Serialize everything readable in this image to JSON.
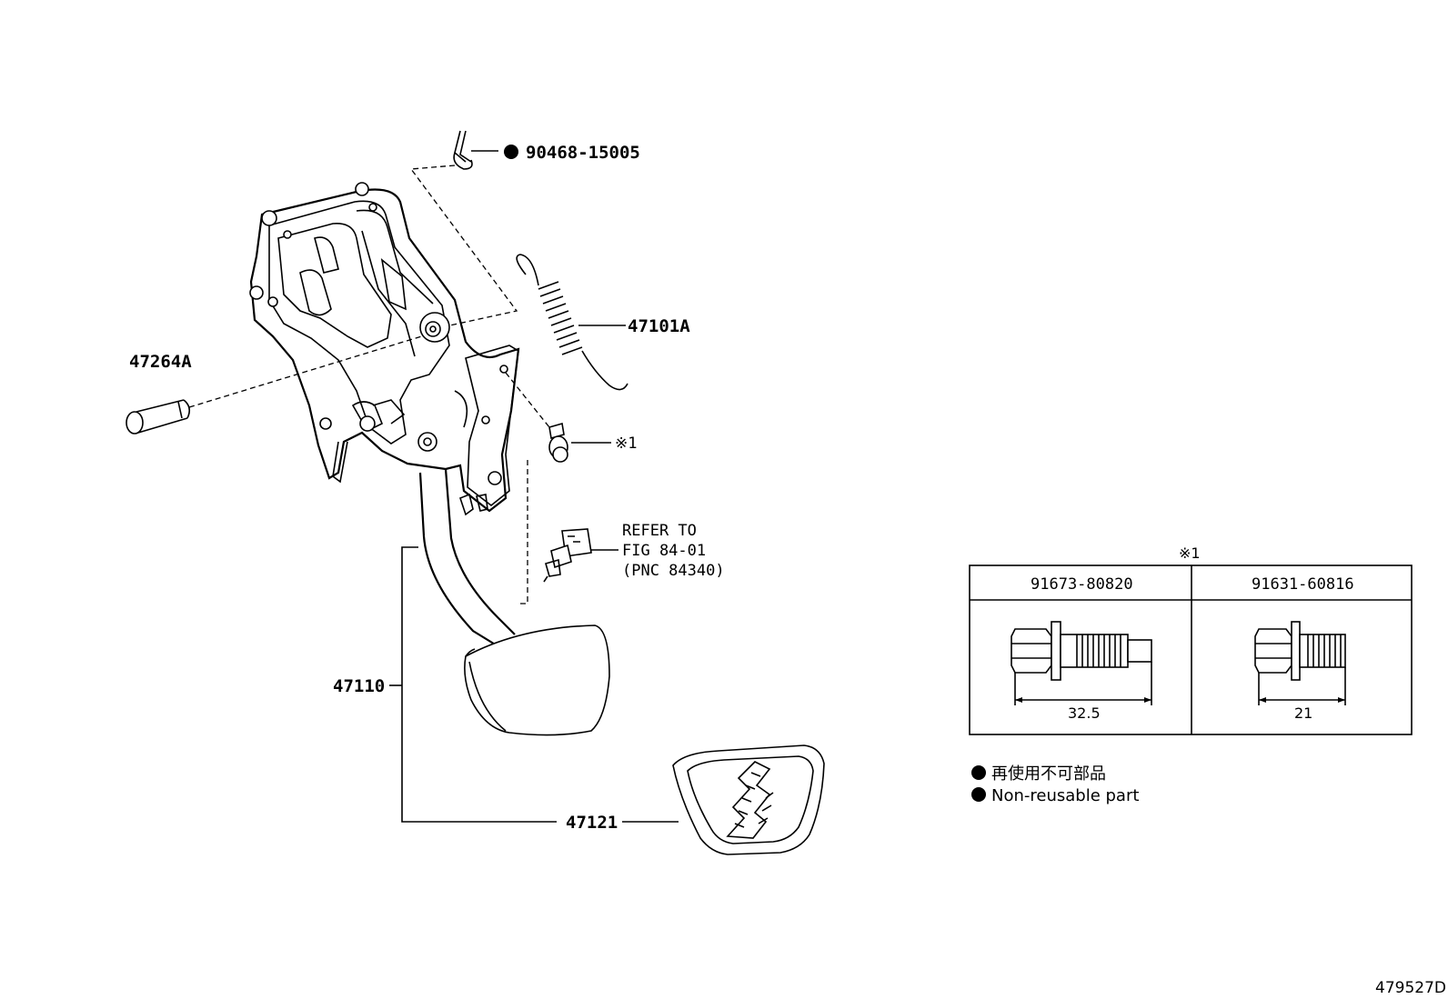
{
  "parts": {
    "clip": "90468-15005",
    "spring": "47101A",
    "pin": "47264A",
    "bolt_ref": "※1",
    "pedal_assembly": "47110",
    "pedal_pad": "47121"
  },
  "refer_note": {
    "line1": "REFER TO",
    "line2": "FIG 84-01",
    "line3": "(PNC 84340)"
  },
  "bolt_table": {
    "ref_mark": "※1",
    "columns": [
      {
        "part_no": "91673-80820",
        "length": "32.5"
      },
      {
        "part_no": "91631-60816",
        "length": "21"
      }
    ]
  },
  "legend": {
    "line_jp": "再使用不可部品",
    "line_en": "Non-reusable part"
  },
  "figure_id": "479527D"
}
